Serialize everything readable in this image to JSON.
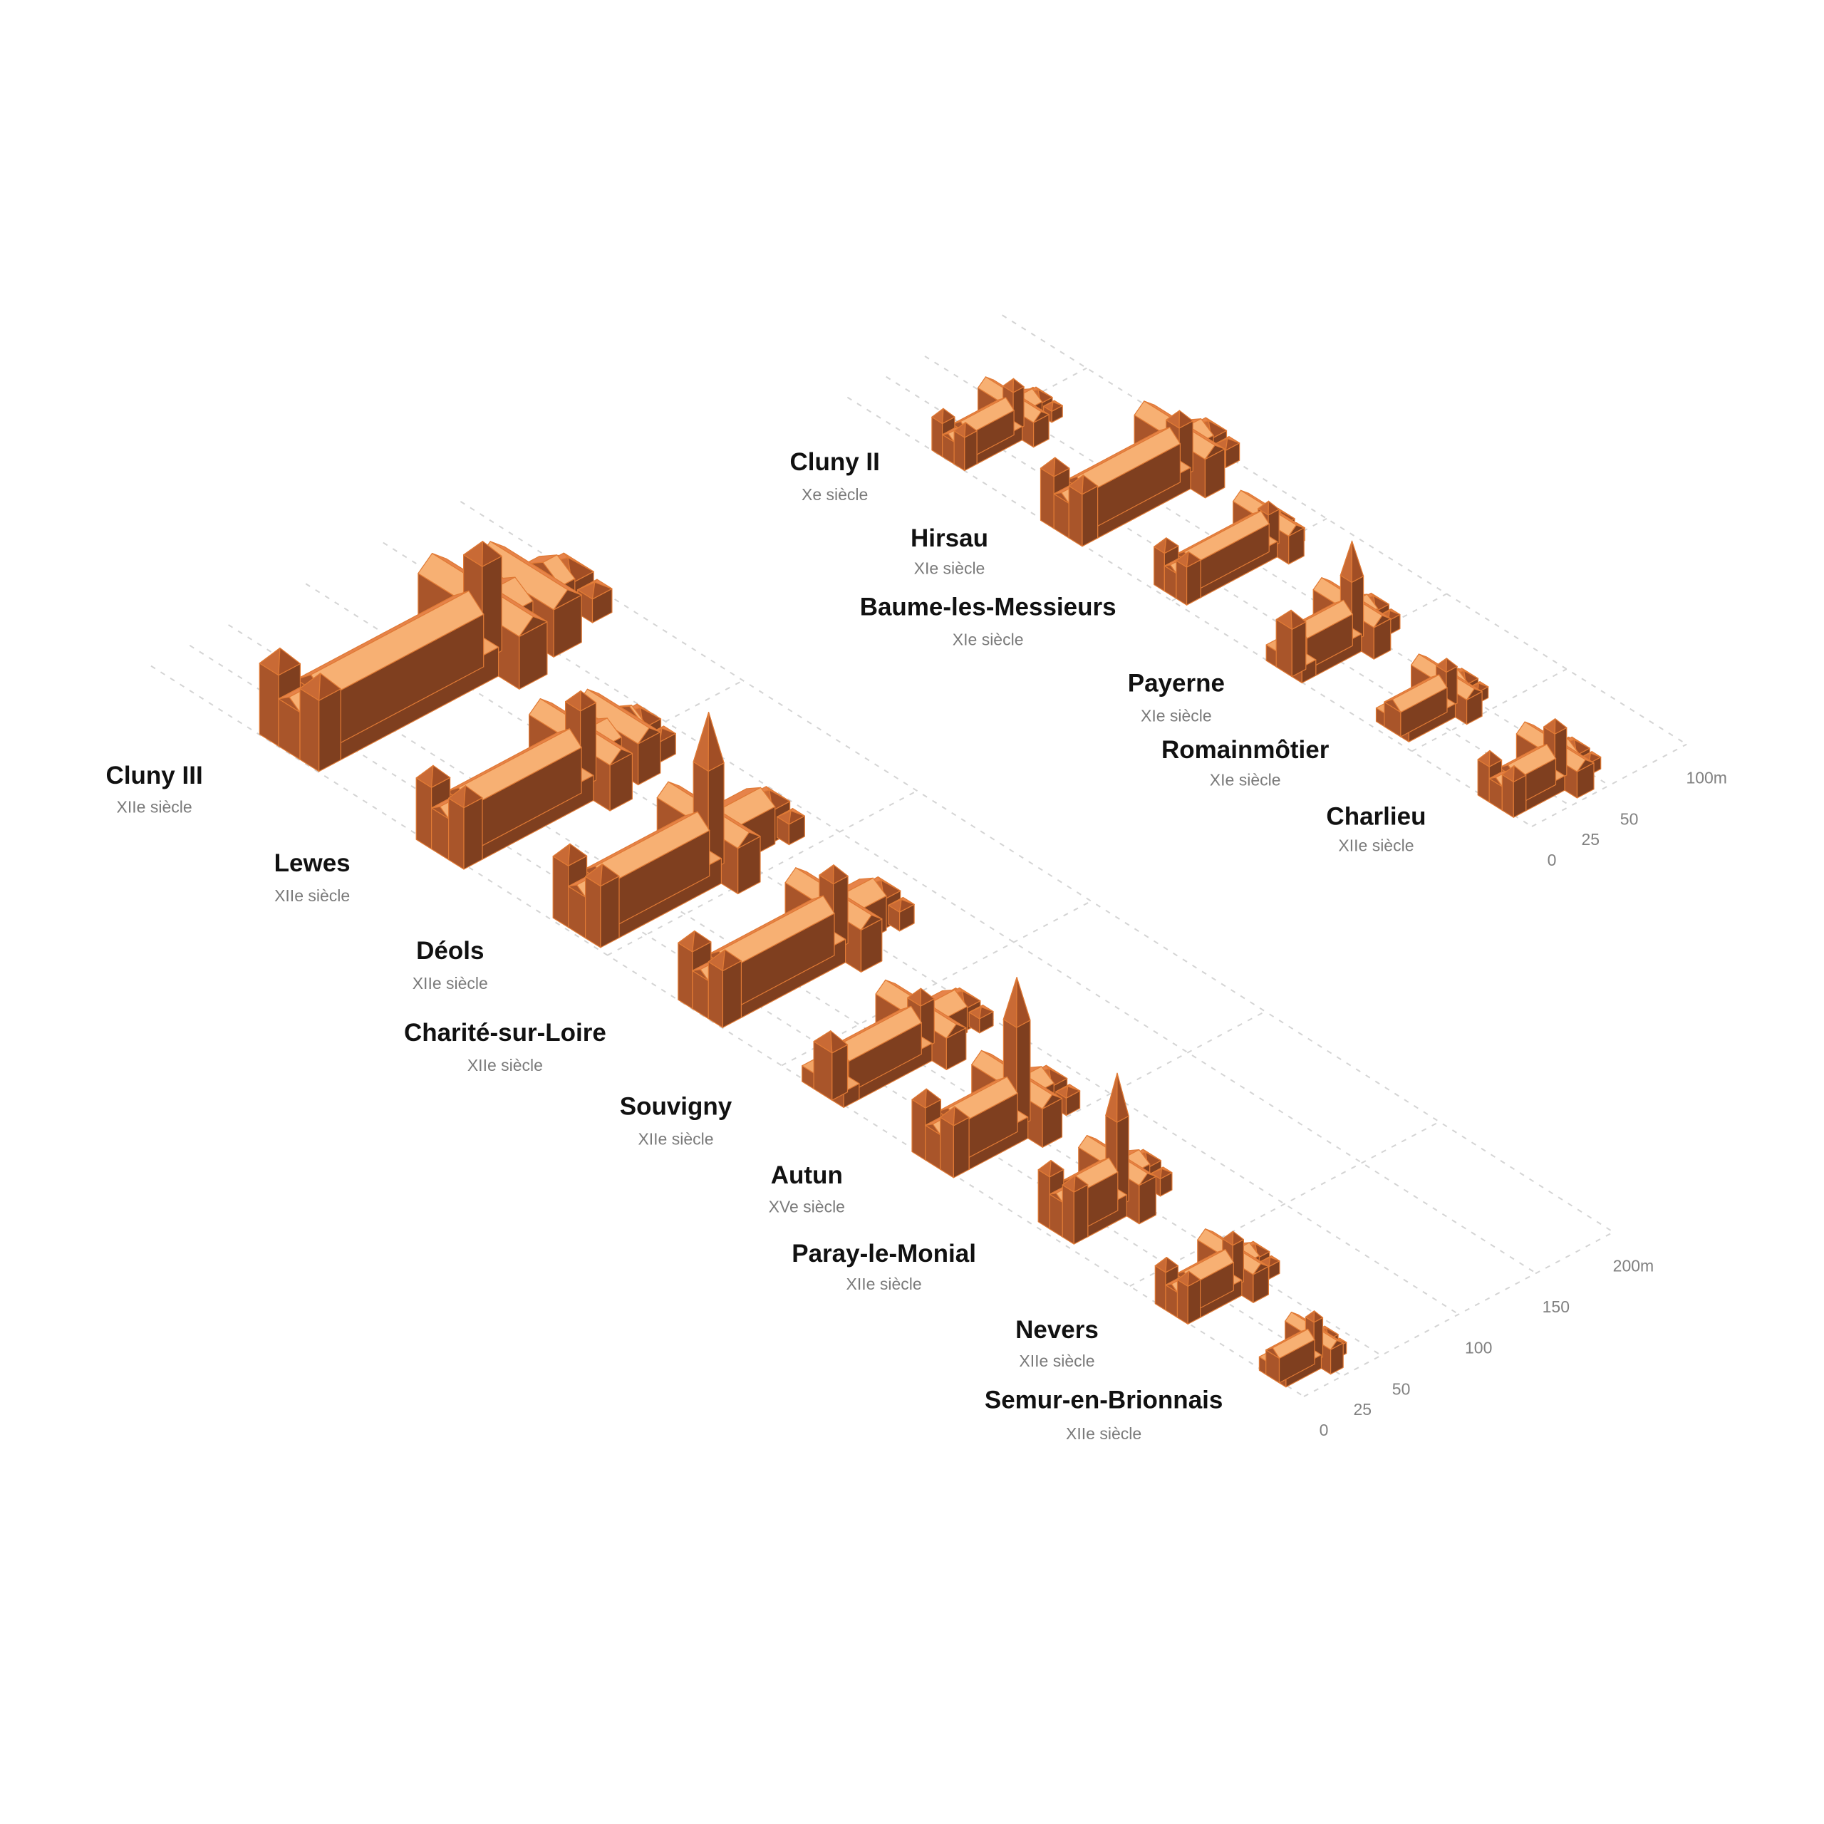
{
  "churches": [
    {
      "name": "Cluny III",
      "century": "XIIe siècle"
    },
    {
      "name": "Lewes",
      "century": "XIIe siècle"
    },
    {
      "name": "Déols",
      "century": "XIIe siècle"
    },
    {
      "name": "Charité-sur-Loire",
      "century": "XIIe siècle"
    },
    {
      "name": "Souvigny",
      "century": "XIIe siècle"
    },
    {
      "name": "Autun",
      "century": "XVe siècle"
    },
    {
      "name": "Paray-le-Monial",
      "century": "XIIe siècle"
    },
    {
      "name": "Nevers",
      "century": "XIIe siècle"
    },
    {
      "name": "Semur-en-Brionnais",
      "century": "XIIe siècle"
    },
    {
      "name": "Cluny II",
      "century": "Xe siècle"
    },
    {
      "name": "Hirsau",
      "century": "XIe siècle"
    },
    {
      "name": "Baume-les-Messieurs",
      "century": "XIe siècle"
    },
    {
      "name": "Payerne",
      "century": "XIe siècle"
    },
    {
      "name": "Romainmôtier",
      "century": "XIe siècle"
    },
    {
      "name": "Charlieu",
      "century": "XIIe siècle"
    }
  ],
  "scale_large": {
    "ticks": [
      "0",
      "25",
      "50",
      "100",
      "150",
      "200m"
    ]
  },
  "scale_small": {
    "ticks": [
      "0",
      "25",
      "50",
      "100m"
    ]
  },
  "colors": {
    "roof_light": "#f7b073",
    "roof_back": "#e6834a",
    "top": "#f2a466",
    "facade": "#a9552a",
    "side": "#7f3f1f",
    "edge": "#e07a35"
  }
}
